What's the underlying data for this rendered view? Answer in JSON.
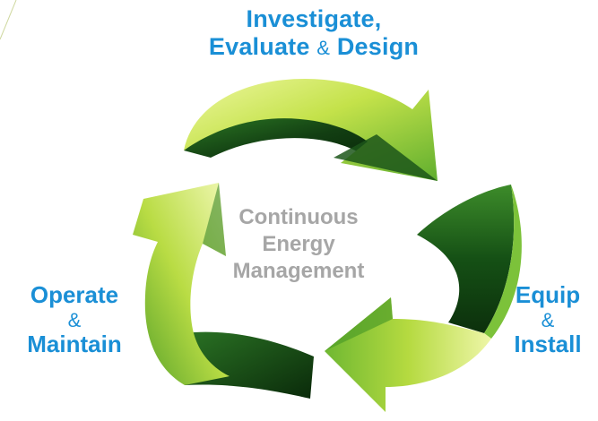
{
  "stages": {
    "top": {
      "line1": "Investigate,",
      "line2_a": "Evaluate",
      "line2_amp": "&",
      "line2_b": "Design"
    },
    "left": {
      "line1": "Operate",
      "line2": "&",
      "line3": "Maintain"
    },
    "right": {
      "line1": "Equip",
      "line2": "&",
      "line3": "Install"
    }
  },
  "center": {
    "line1": "Continuous",
    "line2": "Energy",
    "line3": "Management"
  },
  "colors": {
    "label_blue": "#1a8fd6",
    "center_gray": "#a6a6a6",
    "arrow_light": "#d8ec5a",
    "arrow_mid": "#7cc23a",
    "arrow_dark": "#1d5e1d"
  }
}
